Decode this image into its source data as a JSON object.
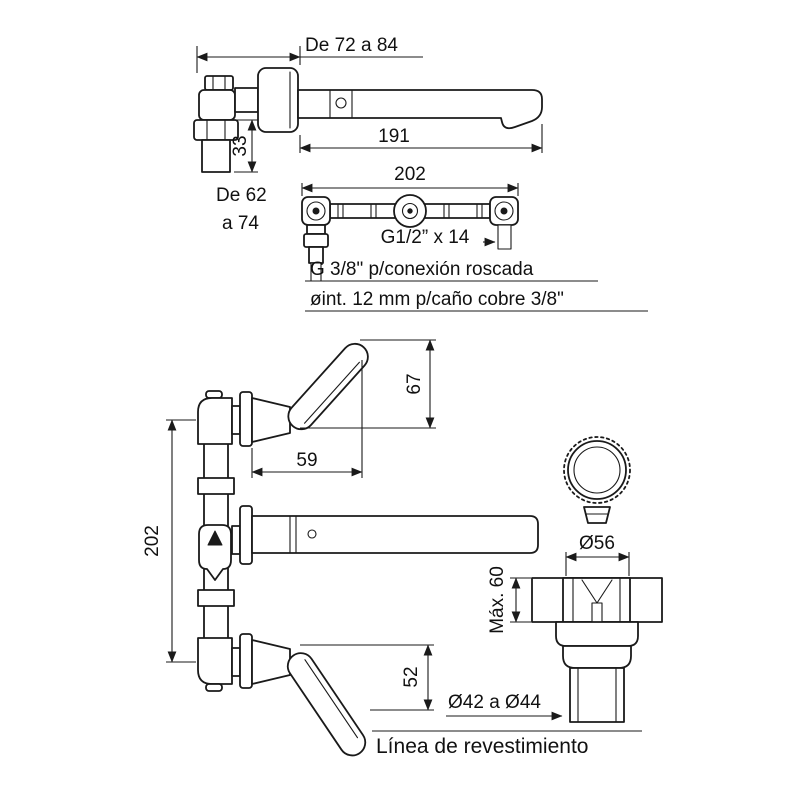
{
  "page": {
    "background": "#ffffff",
    "line_color": "#1a1a1a",
    "description": "Technical installation drawing of a wall-mounted two-handle faucet with spout and pop-up drain"
  },
  "labels": {
    "top_span": "De 72 a 84",
    "spout_length": "191",
    "spout_height": "33",
    "inlet_range_1": "De 62",
    "inlet_range_2": "a 74",
    "bar_width": "202",
    "center_thread": "G1/2” x 14",
    "connection": "G 3/8\" p/conexión roscada",
    "pipe": "øint. 12 mm p/caño cobre 3/8\"",
    "handle_top_height": "67",
    "handle_reach": "59",
    "body_span": "202",
    "handle_bottom_drop": "52",
    "drain_flange_dia": "Ø56",
    "wall_max": "Máx. 60",
    "tail_dia": "Ø42 a Ø44",
    "finish_line": "Línea de revestimiento"
  }
}
